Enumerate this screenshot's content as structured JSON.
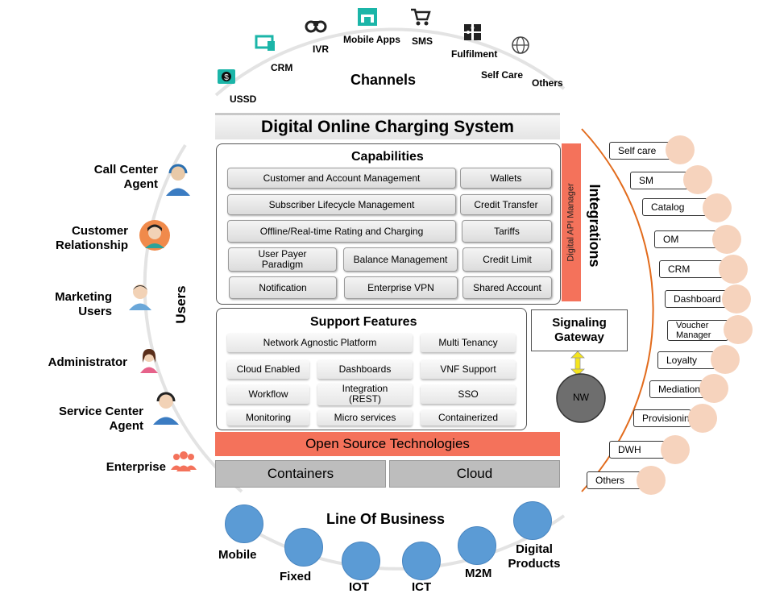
{
  "title": "Digital Online Charging System",
  "channels": {
    "heading": "Channels",
    "items": [
      "USSD",
      "CRM",
      "IVR",
      "Mobile Apps",
      "SMS",
      "Fulfilment",
      "Self Care",
      "Others"
    ]
  },
  "users": {
    "heading": "Users",
    "items": [
      {
        "label": "Call Center\nAgent"
      },
      {
        "label": "Customer\nRelationship"
      },
      {
        "label": "Marketing\nUsers"
      },
      {
        "label": "Administrator"
      },
      {
        "label": "Service Center\nAgent"
      },
      {
        "label": "Enterprise"
      }
    ]
  },
  "capabilities": {
    "heading": "Capabilities",
    "items": [
      "Customer and Account Management",
      "Wallets",
      "Subscriber Lifecycle Management",
      "Credit Transfer",
      "Offline/Real-time Rating and Charging",
      "Tariffs",
      "User Payer\nParadigm",
      "Balance Management",
      "Credit Limit",
      "Notification",
      "Enterprise VPN",
      "Shared Account"
    ]
  },
  "api_manager": "Digital API Manager",
  "support": {
    "heading": "Support Features",
    "items": [
      "Network Agnostic Platform",
      "Multi Tenancy",
      "Cloud Enabled",
      "Dashboards",
      "VNF Support",
      "Workflow",
      "Integration\n(REST)",
      "SSO",
      "Monitoring",
      "Micro services",
      "Containerized"
    ]
  },
  "signaling": {
    "label": "Signaling\nGateway",
    "node": "NW"
  },
  "open_source": "Open Source Technologies",
  "infra": [
    "Containers",
    "Cloud"
  ],
  "integrations": {
    "heading": "Integrations",
    "items": [
      "Self care",
      "SM",
      "Catalog",
      "OM",
      "CRM",
      "Dashboard",
      "Voucher\nManager",
      "Loyalty",
      "Mediation",
      "Provisionin",
      "DWH",
      "Others"
    ]
  },
  "lob": {
    "heading": "Line Of Business",
    "items": [
      "Mobile",
      "Fixed",
      "IOT",
      "ICT",
      "M2M",
      "Digital\nProducts"
    ]
  },
  "colors": {
    "accent_orange": "#f4725b",
    "integration_arc": "#e26b1c",
    "lob_blue": "#5b9bd5",
    "icon_teal": "#1bb5a8",
    "infra_gray": "#bdbdbd"
  }
}
